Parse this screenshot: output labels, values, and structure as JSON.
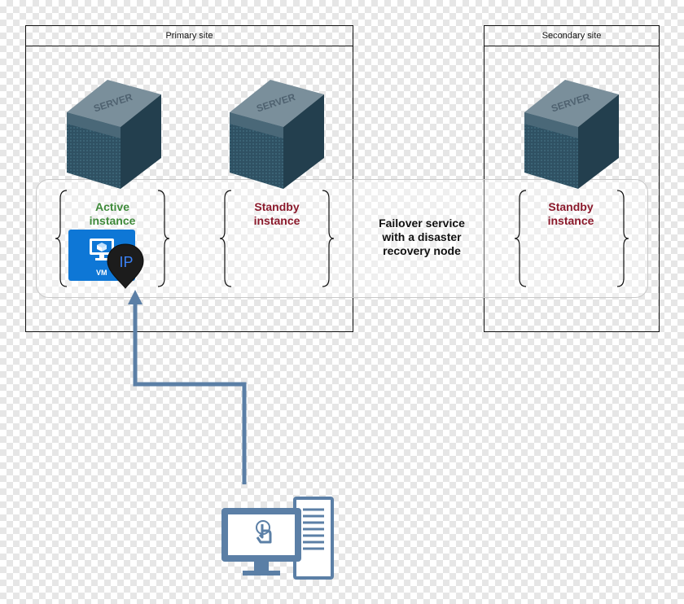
{
  "sites": {
    "primary": "Primary site",
    "secondary": "Secondary site"
  },
  "instances": {
    "active": "Active\ninstance",
    "standby1": "Standby\ninstance",
    "standby2": "Standby\ninstance"
  },
  "failover_label": "Failover service\nwith a disaster\nrecovery node",
  "vm_label": "VM",
  "ip_label": "IP",
  "server_text": "SERVER",
  "colors": {
    "active": "#3e8a3a",
    "standby": "#8b1a2c",
    "vm": "#0e77d6",
    "arrow": "#5b7fa6",
    "server": "#2e4f61"
  }
}
